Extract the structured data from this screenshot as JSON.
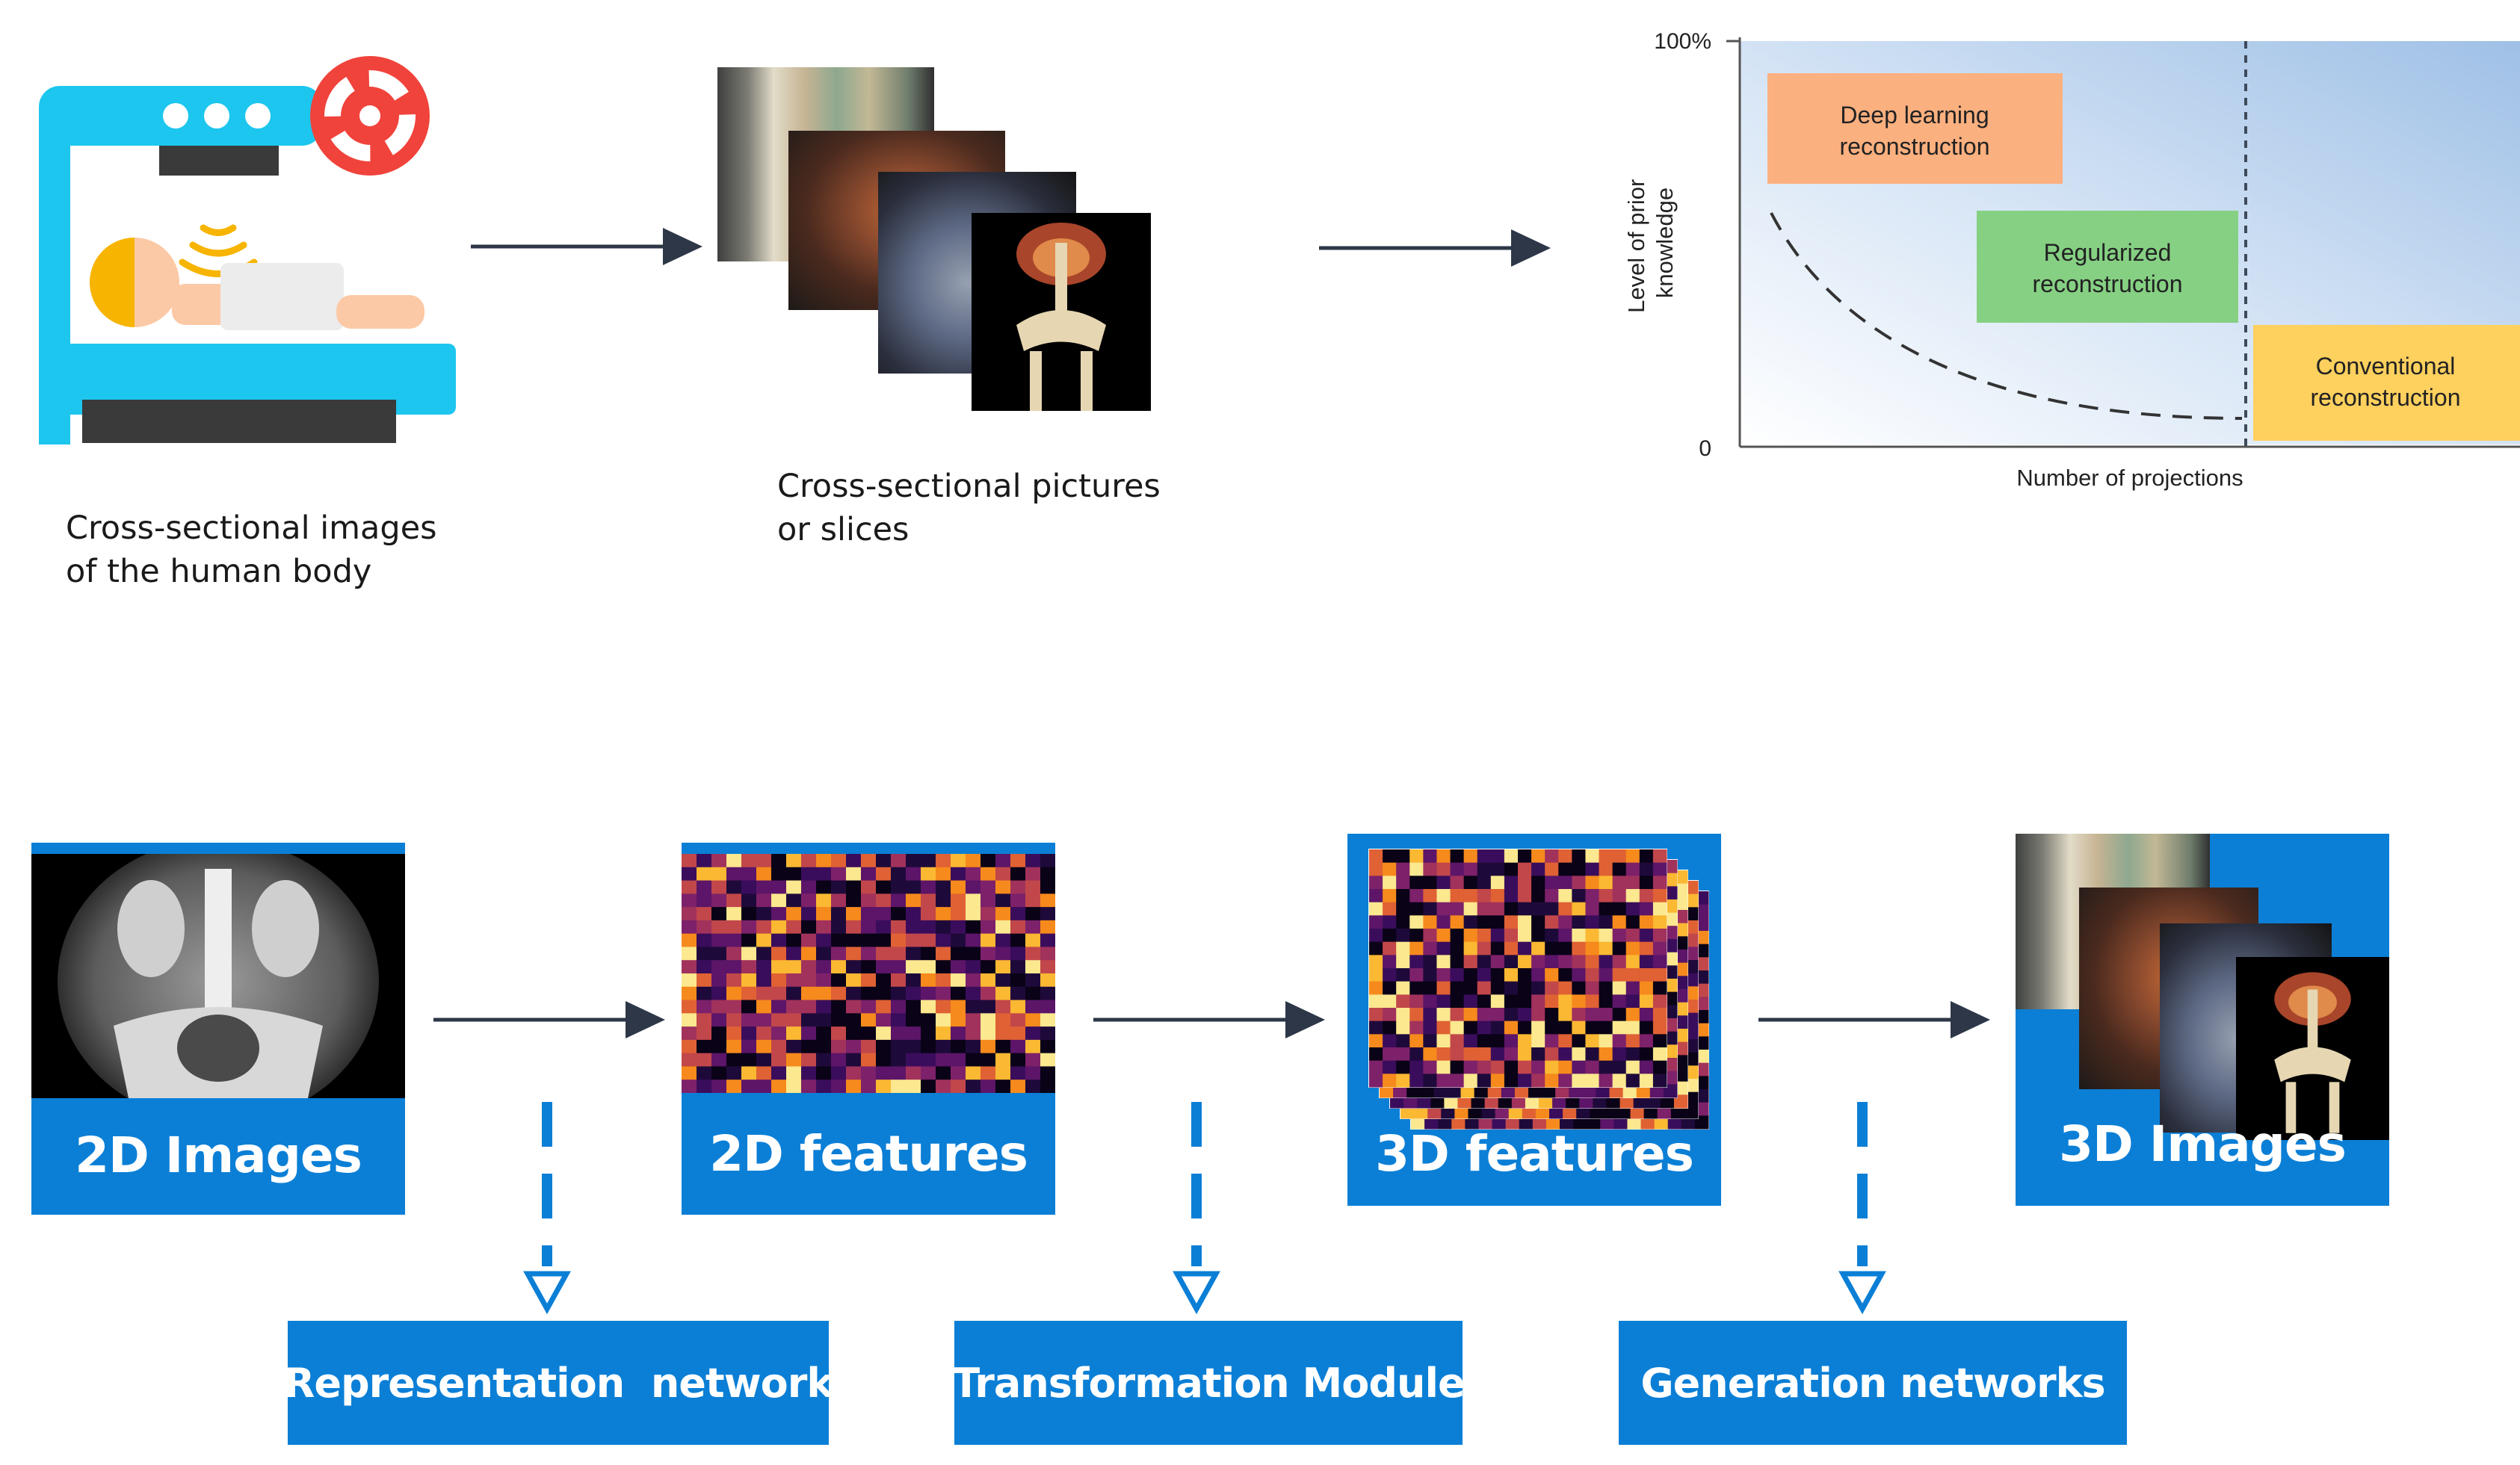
{
  "top": {
    "caption_body": [
      "Cross-sectional images",
      "of the human body"
    ],
    "caption_slices": [
      "Cross-sectional pictures",
      "or slices"
    ]
  },
  "chart": {
    "y_top_tick": "100%",
    "y_zero_tick": "0",
    "ylabel": [
      "Level of prior",
      "knowledge"
    ],
    "xlabel": "Number of projections",
    "regions": {
      "deep_learning": [
        "Deep learning",
        "reconstruction"
      ],
      "regularized": [
        "Regularized",
        "reconstruction"
      ],
      "conventional": [
        "Conventional",
        "reconstruction"
      ]
    }
  },
  "pipeline": {
    "stages": [
      "2D Images",
      "2D features",
      "3D features",
      "3D Images"
    ],
    "networks": [
      "Representation  network",
      "Transformation Module",
      "Generation networks"
    ]
  },
  "colors": {
    "pipeline_blue": "#0b7fd6",
    "arrow": "#2d3748",
    "deep_learning_box": "#fbb07f",
    "regularized_box": "#86d083",
    "conventional_box": "#fed05e",
    "scanner_cyan": "#1cc6ee",
    "beacon_red": "#f0433b"
  }
}
